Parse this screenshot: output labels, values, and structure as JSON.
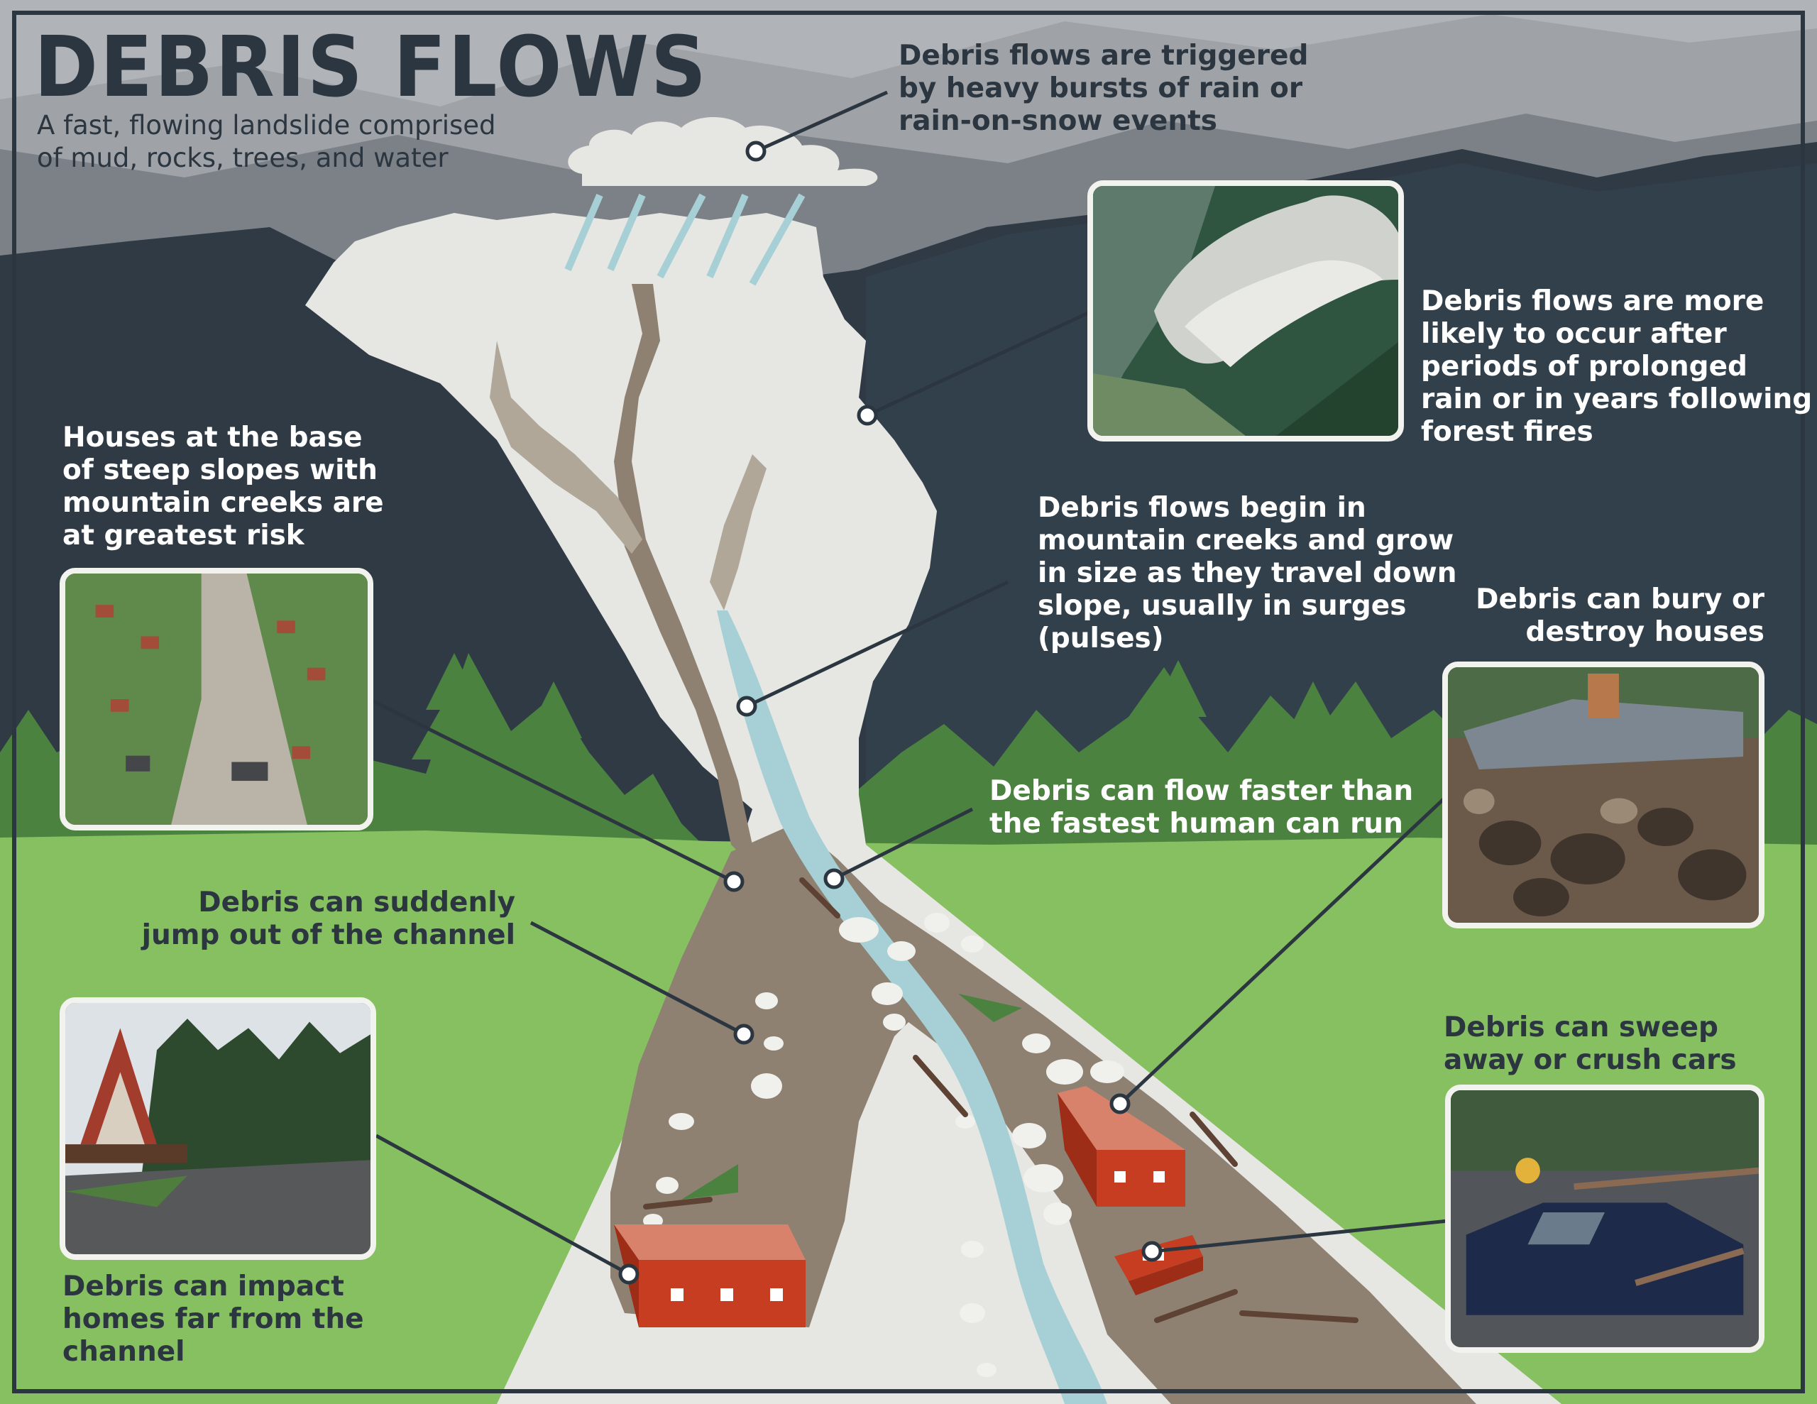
{
  "title": "DEBRIS FLOWS",
  "subtitle": "A fast, flowing landslide comprised\nof mud, rocks, trees, and water",
  "callouts": {
    "trigger": "Debris flows are triggered\nby heavy bursts of rain or\nrain-on-snow events",
    "prolonged_rain": "Debris flows are more\nlikely to occur after\nperiods of prolonged\nrain or in years following\nforest fires",
    "houses_risk": "Houses at the base\nof steep slopes with\nmountain creeks are\nat greatest risk",
    "begin_creeks": "Debris flows begin in\nmountain creeks and grow\nin size as they travel down\nslope, usually in surges\n(pulses)",
    "bury_houses": "Debris can bury or\ndestroy houses",
    "flow_faster": "Debris can flow faster than\nthe fastest human can run",
    "jump_channel": "Debris can suddenly\njump out of the channel",
    "sweep_cars": "Debris can sweep\naway or crush cars",
    "impact_homes": "Debris can impact\nhomes far from the\nchannel"
  },
  "colors": {
    "sky": "#9b9fa3",
    "mountain_mid": "#6d7378",
    "mountain_dark": "#2f3a45",
    "snow": "#e6e7e2",
    "forest": "#4b8240",
    "meadow": "#86c060",
    "debris": "#8e8172",
    "water": "#a6d0d5",
    "house": "#c63d22",
    "text_dark": "#2c3640",
    "text_light": "#ffffff"
  }
}
